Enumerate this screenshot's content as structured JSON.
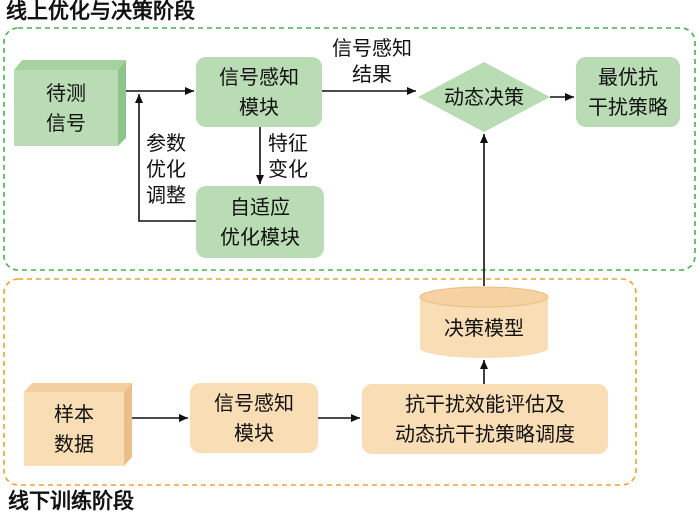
{
  "online": {
    "title": "线上优化与决策阶段",
    "signal_input": [
      "待测",
      "信号"
    ],
    "perception": [
      "信号感知",
      "模块"
    ],
    "adaptive": [
      "自适应",
      "优化模块"
    ],
    "decision": "动态决策",
    "best": [
      "最优抗",
      "干扰策略"
    ],
    "edge_perception_result": [
      "信号感知",
      "结果"
    ],
    "edge_feature_change": [
      "特征",
      "变化"
    ],
    "edge_param_adjust": [
      "参数",
      "优化",
      "调整"
    ]
  },
  "offline": {
    "title": "线下训练阶段",
    "sample": [
      "样本",
      "数据"
    ],
    "perception": [
      "信号感知",
      "模块"
    ],
    "evaluation": [
      "抗干扰效能评估及",
      "动态抗干扰策略调度"
    ],
    "model": "决策模型"
  },
  "colors": {
    "green_border": "#4caf50",
    "orange_border": "#f0a030",
    "green_fill": "#b9dcb4",
    "orange_fill": "#f9ddb5"
  }
}
